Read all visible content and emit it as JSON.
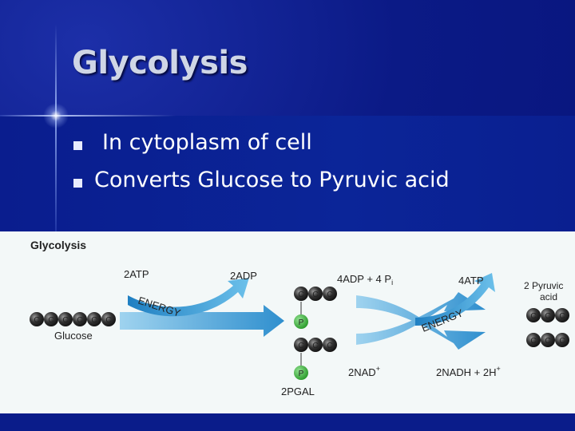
{
  "slide": {
    "title": "Glycolysis",
    "bullets": [
      "In cytoplasm of cell",
      "Converts Glucose to Pyruvic acid"
    ]
  },
  "figure": {
    "heading": "Glycolysis",
    "glucose_label": "Glucose",
    "atp_in": "2ATP",
    "adp_out": "2ADP",
    "energy_left": "ENERGY",
    "adp_pi": "4ADP + 4 P",
    "pi_sub": "i",
    "atp_out": "4ATP",
    "energy_right": "ENERGY",
    "pgal_label": "2PGAL",
    "nad_in": "2NAD",
    "nad_sup": "+",
    "nadh_out": "2NADH + 2H",
    "nadh_sup": "+",
    "pyruvic_line1": "2 Pyruvic",
    "pyruvic_line2": "acid",
    "carbon": "C",
    "phosphate": "P"
  },
  "colors": {
    "background": "#0b1a86",
    "title": "#cfd6e6",
    "arrow_blue": "#3aa0d8",
    "phosphate_green": "#3aa83a",
    "carbon_dark": "#2a2a2a"
  }
}
